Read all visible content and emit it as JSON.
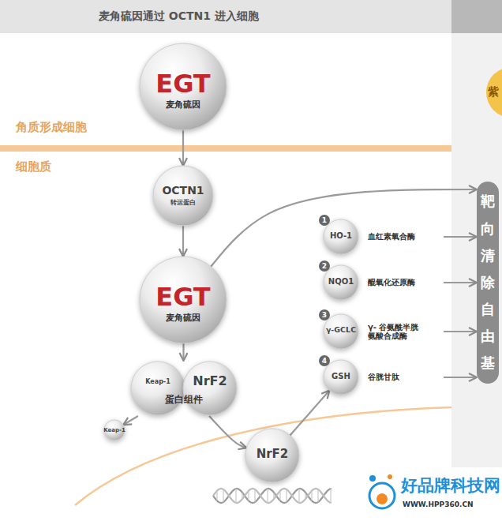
{
  "diagram": {
    "title": "麦角硫因通过 OCTN1 进入细胞",
    "nodes": [
      {
        "text": [
          "EGT",
          "麦角硫因"
        ]
      },
      {
        "text": [
          "OCTN1",
          "转运蛋白"
        ]
      },
      {
        "text": [
          "EGT",
          "麦角硫因"
        ]
      },
      {
        "text": [
          "HO-1",
          "血红素氧合酶"
        ]
      },
      {
        "text": [
          "NQO1",
          "醌氧化还原酶"
        ]
      },
      {
        "text": [
          "γ-GCLC",
          "γ- 谷氨酰半胱氨酸合成酶"
        ]
      },
      {
        "text": [
          "GSH",
          "谷胱甘肽"
        ]
      },
      {
        "text": [
          "靶向清除自由基"
        ]
      },
      {
        "text": [
          "蛋白组件"
        ]
      },
      {
        "text": [
          "Keap-1"
        ],
        "in": 8
      },
      {
        "text": [
          "NrF2"
        ],
        "in": 8
      },
      {
        "text": [
          "Keap-1"
        ]
      },
      {
        "text": [
          "NrF2"
        ]
      }
    ],
    "edges": [
      {
        "from": 0,
        "to": 1,
        "arrow": "to"
      },
      {
        "from": 1,
        "to": 2,
        "arrow": "to"
      },
      {
        "from": 2,
        "to": 8,
        "arrow": "to"
      },
      {
        "from": 8,
        "to": 11,
        "arrow": "to"
      },
      {
        "from": 8,
        "to": 12,
        "arrow": "to"
      },
      {
        "from": 12,
        "to": 6,
        "arrow": "to"
      },
      {
        "from": 2,
        "to": 7,
        "arrow": "to"
      },
      {
        "from": 3,
        "to": 7,
        "arrow": "to"
      },
      {
        "from": 4,
        "to": 7,
        "arrow": "to"
      },
      {
        "from": 5,
        "to": 7,
        "arrow": "to"
      },
      {
        "from": 6,
        "to": 7,
        "arrow": "to"
      }
    ],
    "labels": [
      "角质形成细胞",
      "细胞质",
      "1",
      "2",
      "3",
      "4",
      "紫",
      "好品牌科技网",
      "WWW.HPP360.CN"
    ]
  }
}
